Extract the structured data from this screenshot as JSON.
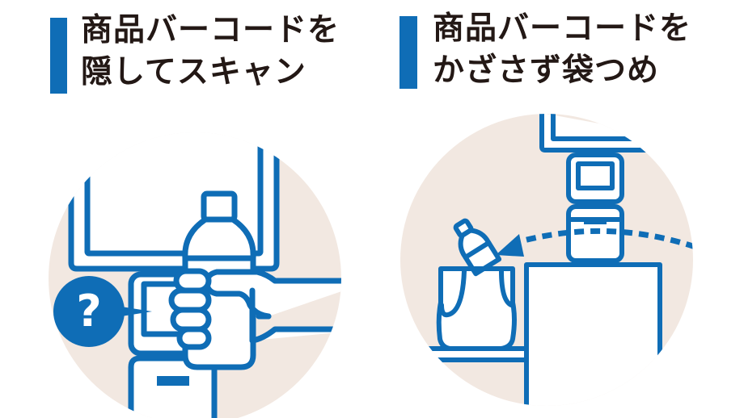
{
  "colors": {
    "accent": "#0f6db6",
    "background_circle": "#f2e8e1",
    "text": "#231815",
    "white": "#ffffff"
  },
  "panels": [
    {
      "id": "hide-barcode",
      "title_lines": [
        "商品バーコードを",
        "隠してスキャン"
      ],
      "illustration": "hand-holding-bottle-covering-barcode-at-scanner",
      "badge_icon": "question-mark-icon",
      "badge_text": "?"
    },
    {
      "id": "bag-without-scanning",
      "title_lines": [
        "商品バーコードを",
        "かざさず袋つめ"
      ],
      "illustration": "bottle-moved-directly-into-bag-skipping-scanner",
      "arrow_icon": "dashed-arrow-icon"
    }
  ]
}
